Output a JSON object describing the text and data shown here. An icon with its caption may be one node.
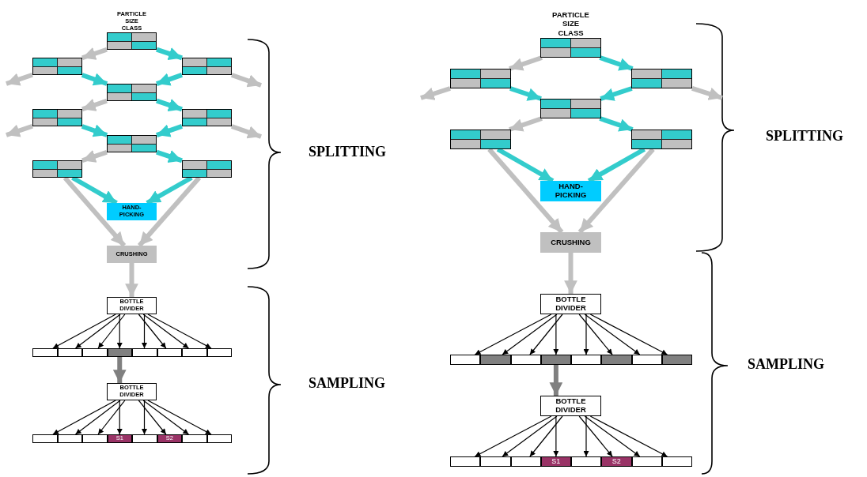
{
  "diagram": {
    "nodes": [
      {
        "text": [
          "PARTICLE SIZE CLASS"
        ]
      },
      {
        "text": [],
        "shape": "box"
      },
      {
        "text": [],
        "shape": "box"
      },
      {
        "text": [],
        "shape": "box"
      },
      {
        "text": [],
        "shape": "box"
      },
      {
        "text": [],
        "shape": "box"
      },
      {
        "text": [],
        "shape": "box"
      },
      {
        "text": [],
        "shape": "box"
      },
      {
        "text": [],
        "shape": "box"
      },
      {
        "text": [
          "HAND-PICKING"
        ]
      },
      {
        "text": [
          "CRUSHING"
        ]
      },
      {
        "text": [
          "BOTTLE DIVIDER"
        ]
      },
      {
        "text": [],
        "shape": "box"
      },
      {
        "text": [],
        "shape": "box"
      },
      {
        "text": [],
        "shape": "box"
      },
      {
        "text": [],
        "shape": "box"
      },
      {
        "text": [],
        "shape": "box"
      },
      {
        "text": [],
        "shape": "box"
      },
      {
        "text": [],
        "shape": "box"
      },
      {
        "text": [],
        "shape": "box"
      },
      {
        "text": [
          "BOTTLE DIVIDER"
        ]
      },
      {
        "text": [],
        "shape": "box"
      },
      {
        "text": [],
        "shape": "box"
      },
      {
        "text": [],
        "shape": "box"
      },
      {
        "text": [
          "S1"
        ]
      },
      {
        "text": [],
        "shape": "box"
      },
      {
        "text": [
          "S2"
        ]
      },
      {
        "text": [],
        "shape": "box"
      },
      {
        "text": [],
        "shape": "box"
      },
      {
        "text": [
          "PARTICLE SIZE CLASS"
        ]
      },
      {
        "text": [],
        "shape": "box"
      },
      {
        "text": [],
        "shape": "box"
      },
      {
        "text": [],
        "shape": "box"
      },
      {
        "text": [],
        "shape": "box"
      },
      {
        "text": [],
        "shape": "box"
      },
      {
        "text": [
          "HAND-PICKING"
        ]
      },
      {
        "text": [
          "CRUSHING"
        ]
      },
      {
        "text": [
          "BOTTLE DIVIDER"
        ]
      },
      {
        "text": [],
        "shape": "box"
      },
      {
        "text": [],
        "shape": "box"
      },
      {
        "text": [],
        "shape": "box"
      },
      {
        "text": [],
        "shape": "box"
      },
      {
        "text": [],
        "shape": "box"
      },
      {
        "text": [],
        "shape": "box"
      },
      {
        "text": [],
        "shape": "box"
      },
      {
        "text": [],
        "shape": "box"
      },
      {
        "text": [
          "BOTTLE DIVIDER"
        ]
      },
      {
        "text": [],
        "shape": "box"
      },
      {
        "text": [],
        "shape": "box"
      },
      {
        "text": [],
        "shape": "box"
      },
      {
        "text": [
          "S1"
        ]
      },
      {
        "text": [],
        "shape": "box"
      },
      {
        "text": [
          "S2"
        ]
      },
      {
        "text": [],
        "shape": "box"
      },
      {
        "text": [],
        "shape": "box"
      }
    ],
    "edges": [
      {
        "from": 0,
        "to": 1,
        "arrow": "to",
        "color": "#c0c0c0"
      },
      {
        "from": 0,
        "to": 2,
        "arrow": "to",
        "color": "#33cccc"
      },
      {
        "from": 1,
        "to": null,
        "arrow": "to",
        "color": "#c0c0c0"
      },
      {
        "from": 1,
        "to": 3,
        "arrow": "to",
        "color": "#33cccc"
      },
      {
        "from": 2,
        "to": 3,
        "arrow": "to",
        "color": "#33cccc"
      },
      {
        "from": 2,
        "to": null,
        "arrow": "to",
        "color": "#c0c0c0"
      },
      {
        "from": 3,
        "to": 4,
        "arrow": "to",
        "color": "#c0c0c0"
      },
      {
        "from": 3,
        "to": 5,
        "arrow": "to",
        "color": "#33cccc"
      },
      {
        "from": 4,
        "to": null,
        "arrow": "to",
        "color": "#c0c0c0"
      },
      {
        "from": 4,
        "to": 6,
        "arrow": "to",
        "color": "#33cccc"
      },
      {
        "from": 5,
        "to": 6,
        "arrow": "to",
        "color": "#33cccc"
      },
      {
        "from": 5,
        "to": null,
        "arrow": "to",
        "color": "#c0c0c0"
      },
      {
        "from": 6,
        "to": 7,
        "arrow": "to",
        "color": "#c0c0c0"
      },
      {
        "from": 6,
        "to": 8,
        "arrow": "to",
        "color": "#33cccc"
      },
      {
        "from": 7,
        "to": 9,
        "arrow": "to",
        "color": "#33cccc"
      },
      {
        "from": 8,
        "to": 9,
        "arrow": "to",
        "color": "#33cccc"
      },
      {
        "from": 7,
        "to": 10,
        "arrow": "to",
        "color": "#c0c0c0"
      },
      {
        "from": 8,
        "to": 10,
        "arrow": "to",
        "color": "#c0c0c0"
      },
      {
        "from": 10,
        "to": 11,
        "arrow": "to",
        "color": "#c0c0c0"
      },
      {
        "from": 11,
        "to": 12,
        "arrow": "to"
      },
      {
        "from": 11,
        "to": 13,
        "arrow": "to"
      },
      {
        "from": 11,
        "to": 14,
        "arrow": "to"
      },
      {
        "from": 11,
        "to": 15,
        "arrow": "to"
      },
      {
        "from": 11,
        "to": 16,
        "arrow": "to"
      },
      {
        "from": 11,
        "to": 17,
        "arrow": "to"
      },
      {
        "from": 11,
        "to": 18,
        "arrow": "to"
      },
      {
        "from": 11,
        "to": 19,
        "arrow": "to"
      },
      {
        "from": 15,
        "to": 20,
        "arrow": "to",
        "color": "#808080"
      },
      {
        "from": 20,
        "to": 21,
        "arrow": "to"
      },
      {
        "from": 20,
        "to": 22,
        "arrow": "to"
      },
      {
        "from": 20,
        "to": 23,
        "arrow": "to"
      },
      {
        "from": 20,
        "to": 24,
        "arrow": "to"
      },
      {
        "from": 20,
        "to": 25,
        "arrow": "to"
      },
      {
        "from": 20,
        "to": 26,
        "arrow": "to"
      },
      {
        "from": 20,
        "to": 27,
        "arrow": "to"
      },
      {
        "from": 20,
        "to": 28,
        "arrow": "to"
      },
      {
        "from": 29,
        "to": 30,
        "arrow": "to",
        "color": "#c0c0c0"
      },
      {
        "from": 29,
        "to": 31,
        "arrow": "to",
        "color": "#33cccc"
      },
      {
        "from": 30,
        "to": null,
        "arrow": "to",
        "color": "#c0c0c0"
      },
      {
        "from": 30,
        "to": 32,
        "arrow": "to",
        "color": "#33cccc"
      },
      {
        "from": 31,
        "to": 32,
        "arrow": "to",
        "color": "#33cccc"
      },
      {
        "from": 31,
        "to": null,
        "arrow": "to",
        "color": "#c0c0c0"
      },
      {
        "from": 32,
        "to": 33,
        "arrow": "to",
        "color": "#c0c0c0"
      },
      {
        "from": 32,
        "to": 34,
        "arrow": "to",
        "color": "#33cccc"
      },
      {
        "from": 33,
        "to": 35,
        "arrow": "to",
        "color": "#33cccc"
      },
      {
        "from": 34,
        "to": 35,
        "arrow": "to",
        "color": "#33cccc"
      },
      {
        "from": 33,
        "to": 36,
        "arrow": "to",
        "color": "#c0c0c0"
      },
      {
        "from": 34,
        "to": 36,
        "arrow": "to",
        "color": "#c0c0c0"
      },
      {
        "from": 36,
        "to": 37,
        "arrow": "to",
        "color": "#c0c0c0"
      },
      {
        "from": 37,
        "to": 38,
        "arrow": "to"
      },
      {
        "from": 37,
        "to": 39,
        "arrow": "to"
      },
      {
        "from": 37,
        "to": 40,
        "arrow": "to"
      },
      {
        "from": 37,
        "to": 41,
        "arrow": "to"
      },
      {
        "from": 37,
        "to": 42,
        "arrow": "to"
      },
      {
        "from": 37,
        "to": 43,
        "arrow": "to"
      },
      {
        "from": 37,
        "to": 44,
        "arrow": "to"
      },
      {
        "from": 37,
        "to": 45,
        "arrow": "to"
      },
      {
        "from": 41,
        "to": 46,
        "arrow": "to",
        "color": "#808080"
      },
      {
        "from": 46,
        "to": 47,
        "arrow": "to"
      },
      {
        "from": 46,
        "to": 48,
        "arrow": "to"
      },
      {
        "from": 46,
        "to": 49,
        "arrow": "to"
      },
      {
        "from": 46,
        "to": 50,
        "arrow": "to"
      },
      {
        "from": 46,
        "to": 51,
        "arrow": "to"
      },
      {
        "from": 46,
        "to": 52,
        "arrow": "to"
      },
      {
        "from": 46,
        "to": 53,
        "arrow": "to"
      },
      {
        "from": 46,
        "to": 54,
        "arrow": "to"
      }
    ],
    "labels": [
      "SPLITTING",
      "SAMPLING",
      "SPLITTING",
      "SAMPLING"
    ]
  }
}
